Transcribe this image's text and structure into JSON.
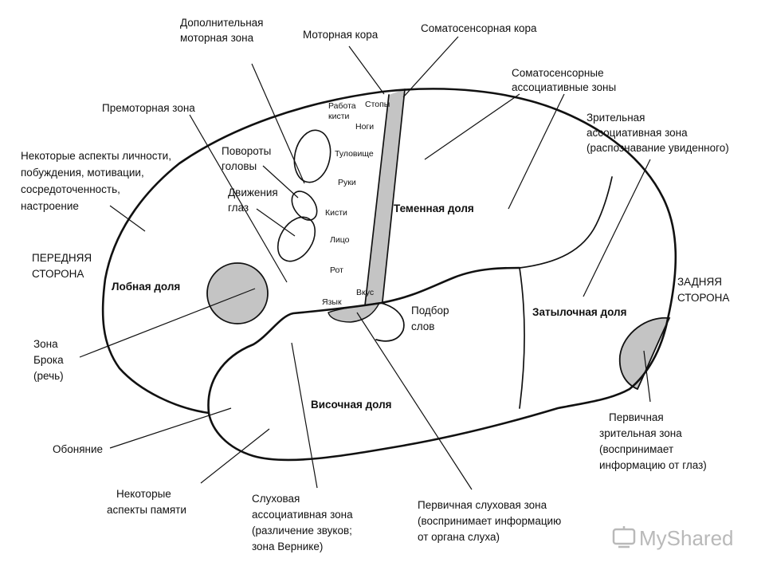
{
  "labels": {
    "supplementary_motor": [
      "Дополнительная",
      "моторная зона"
    ],
    "motor_cortex": "Моторная кора",
    "somatosensory_cortex": "Соматосенсорная кора",
    "somatosensory_assoc": [
      "Соматосенсорные",
      "ассоциативные зоны"
    ],
    "premotor": "Премоторная зона",
    "visual_assoc": [
      "Зрительная",
      "ассоциативная зона",
      "(распознавание увиденного)"
    ],
    "personality": [
      "Некоторые аспекты личности,",
      "побуждения, мотивации,",
      "сосредоточенность,",
      "настроение"
    ],
    "head_turns": [
      "Повороты",
      "головы"
    ],
    "eye_movements": [
      "Движения",
      "глаз"
    ],
    "front_side": [
      "ПЕРЕДНЯЯ",
      "СТОРОНА"
    ],
    "back_side": [
      "ЗАДНЯЯ",
      "СТОРОНА"
    ],
    "frontal_lobe": "Лобная доля",
    "parietal_lobe": "Теменная доля",
    "occipital_lobe": "Затылочная доля",
    "temporal_lobe": "Височная доля",
    "word_selection": [
      "Подбор",
      "слов"
    ],
    "broca": [
      "Зона",
      "Брока",
      "(речь)"
    ],
    "smell": "Обоняние",
    "memory": [
      "Некоторые",
      "аспекты памяти"
    ],
    "auditory_assoc": [
      "Слуховая",
      "ассоциативная зона",
      "(различение звуков;",
      "зона Вернике)"
    ],
    "primary_auditory": [
      "Первичная слуховая зона",
      "(воспринимает информацию",
      "от органа слуха)"
    ],
    "primary_visual": [
      "Первичная",
      "зрительная зона",
      "(воспринимает",
      "информацию от глаз)"
    ]
  },
  "motor_strip": {
    "work_hands": [
      "Работа",
      "кисти"
    ],
    "feet": "Стопы",
    "legs": "Ноги",
    "torso": "Туловище",
    "arms": "Руки",
    "hands": "Кисти",
    "face": "Лицо",
    "mouth": "Рот",
    "tongue": "Язык",
    "taste": "Вкус"
  },
  "watermark": "MyShared"
}
